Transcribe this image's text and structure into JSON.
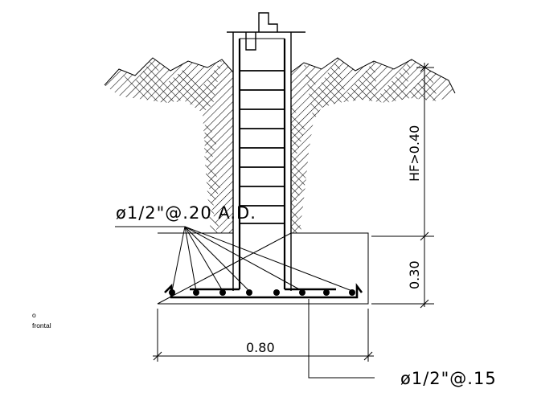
{
  "labels": {
    "rebar_top": "ø1/2\"@.20  A.D.",
    "rebar_bottom": "ø1/2\"@.15",
    "depth_dim": "HF>0.40",
    "footing_height": "0.30",
    "footing_width": "0.80",
    "side_note_line1": "o",
    "side_note_line2": "frontal"
  },
  "colors": {
    "line": "#000000",
    "background": "#ffffff"
  }
}
